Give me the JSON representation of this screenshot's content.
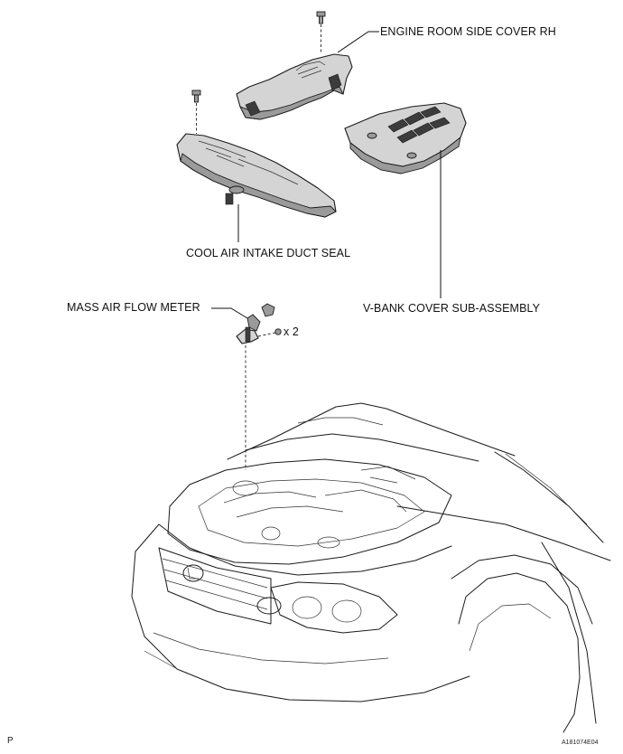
{
  "labels": {
    "side_cover": "ENGINE ROOM SIDE COVER RH",
    "intake_seal": "COOL AIR INTAKE DUCT SEAL",
    "vbank_cover": "V-BANK COVER SUB-ASSEMBLY",
    "maf_meter": "MASS AIR FLOW METER",
    "screw_qty": "x 2"
  },
  "corner_marks": {
    "left": "P",
    "right": "A181074E04"
  }
}
